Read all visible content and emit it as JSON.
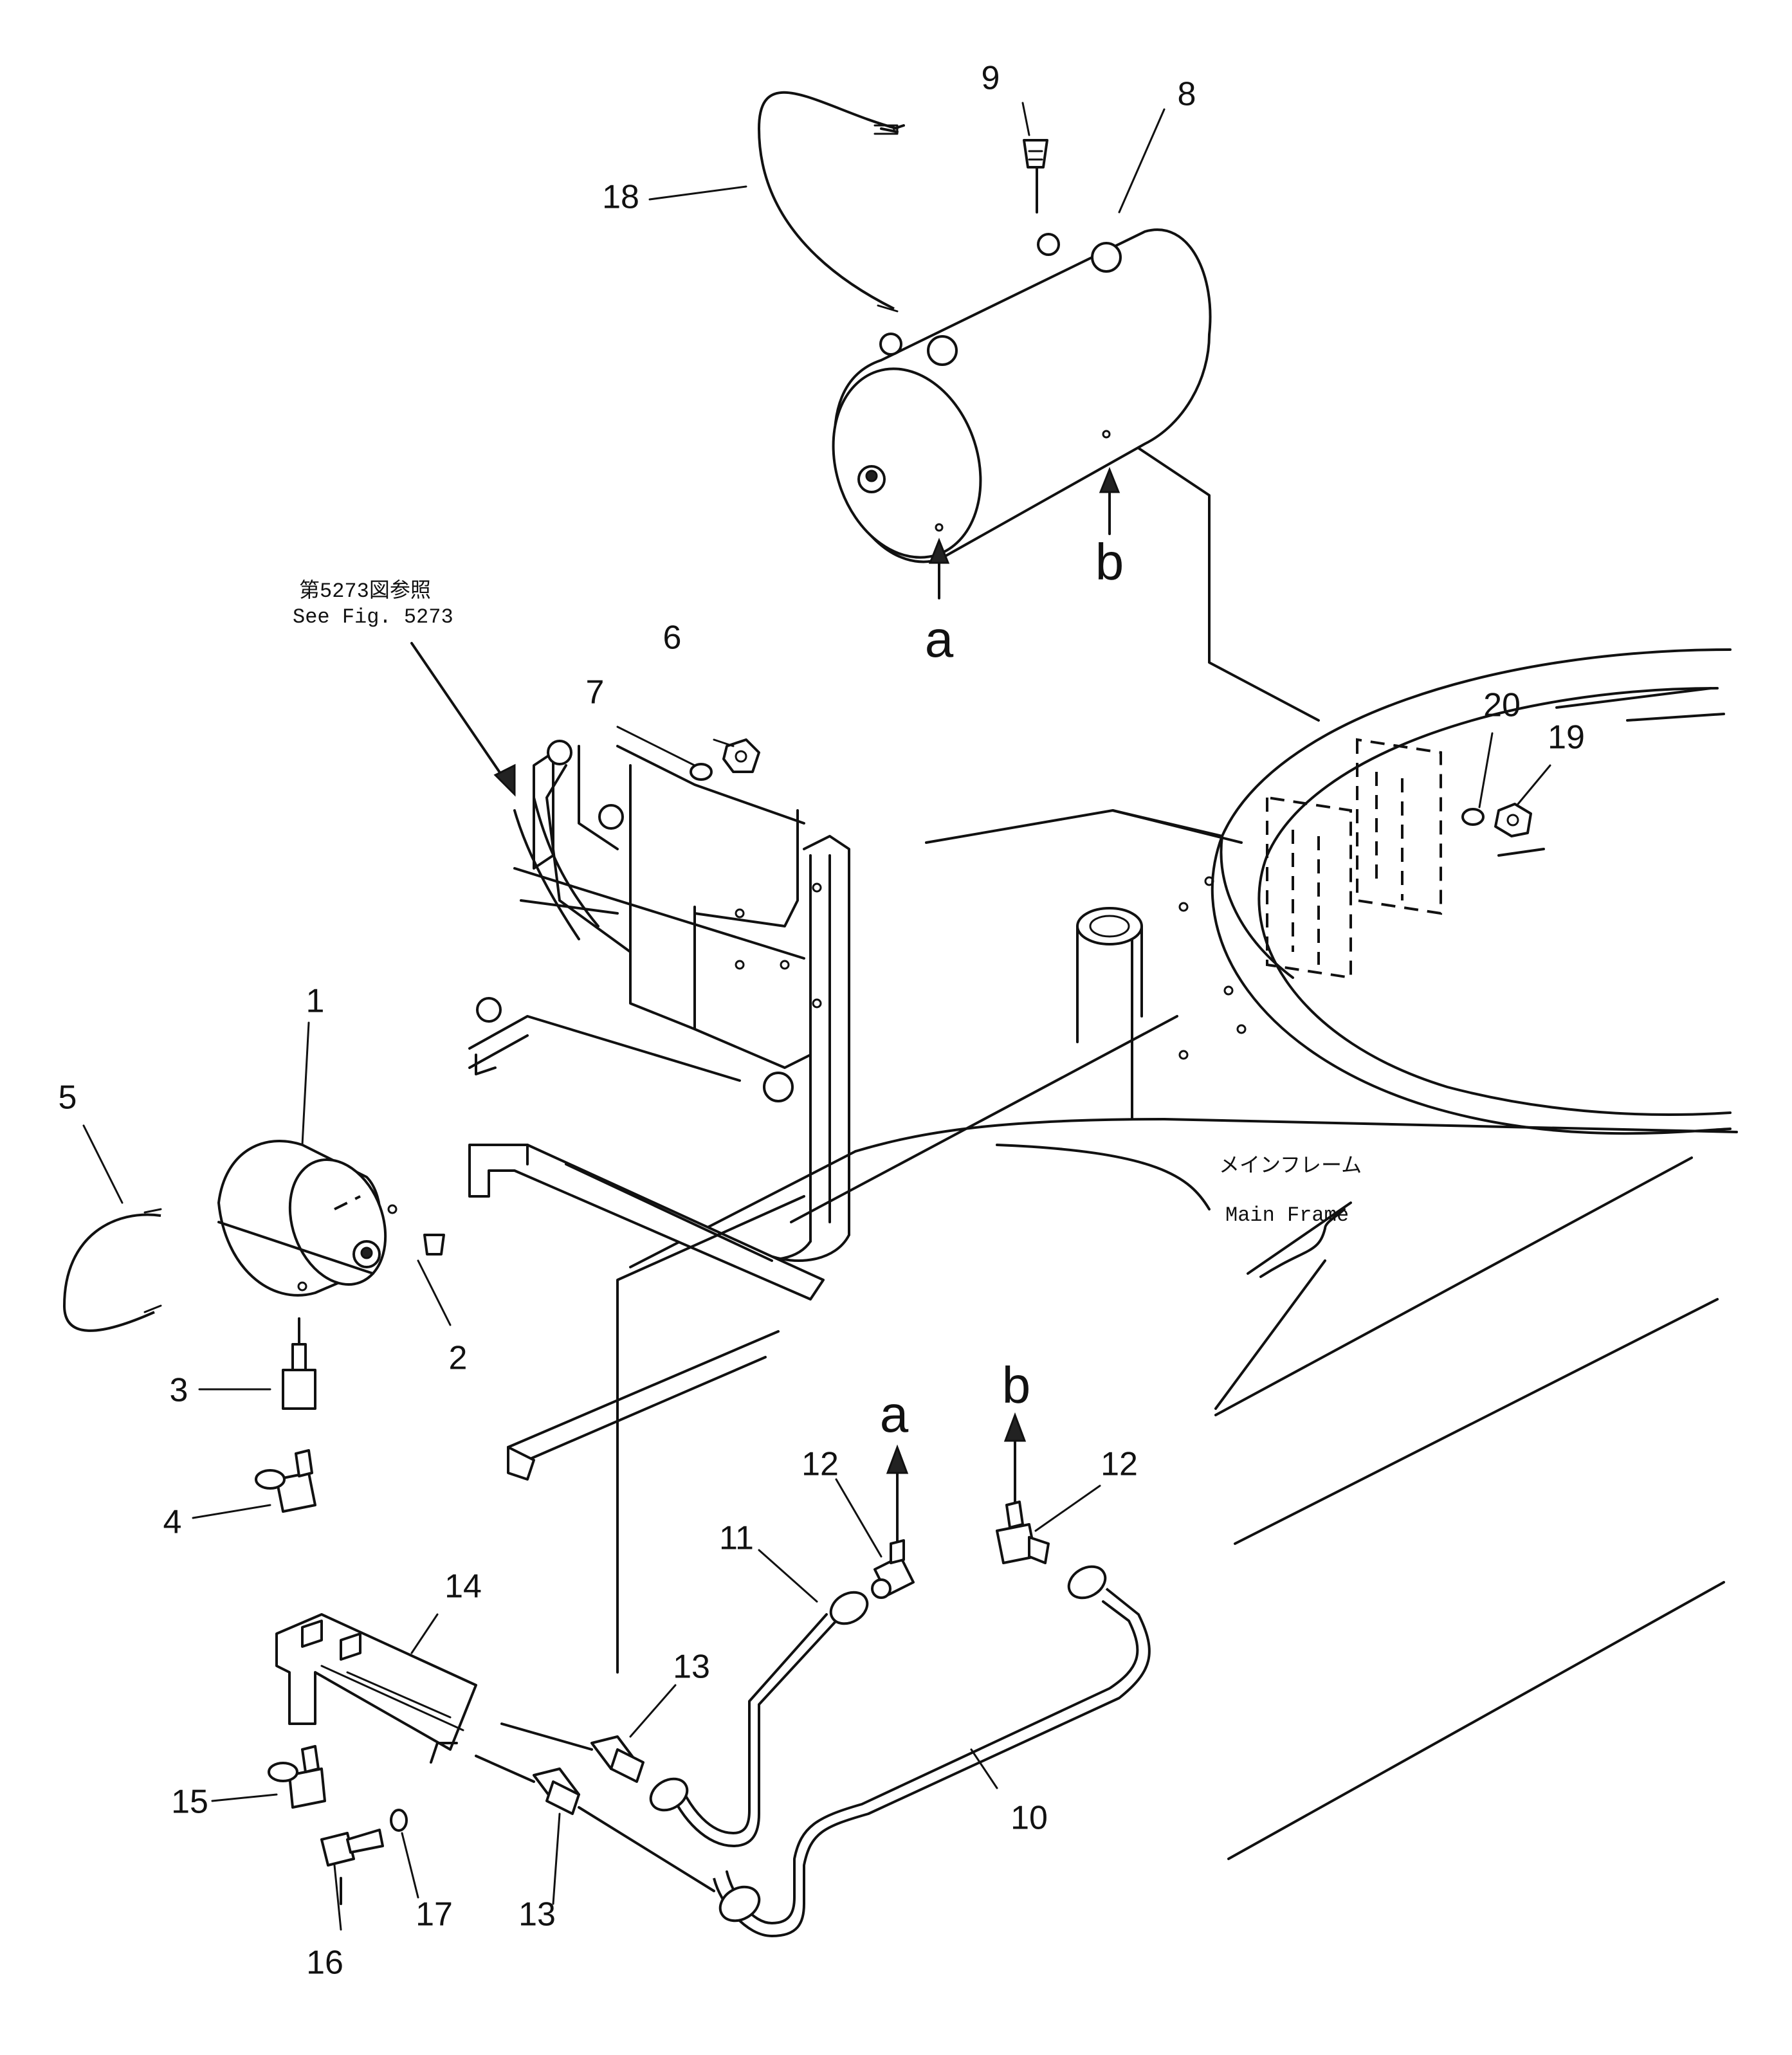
{
  "callouts": {
    "c1": "1",
    "c2": "2",
    "c3": "3",
    "c4": "4",
    "c5": "5",
    "c6": "6",
    "c7": "7",
    "c8": "8",
    "c9": "9",
    "c10": "10",
    "c11": "11",
    "c12a": "12",
    "c12b": "12",
    "c13a": "13",
    "c13b": "13",
    "c14": "14",
    "c15": "15",
    "c16": "16",
    "c17": "17",
    "c18": "18",
    "c19": "19",
    "c20": "20"
  },
  "connections": {
    "a_top": "a",
    "b_top": "b",
    "a_bottom": "a",
    "b_bottom": "b"
  },
  "notes": {
    "see_fig_jp": "第5273図参照",
    "see_fig_en": "See  Fig. 5273",
    "main_frame_jp": "メインフレーム",
    "main_frame_en": "Main  Frame"
  }
}
